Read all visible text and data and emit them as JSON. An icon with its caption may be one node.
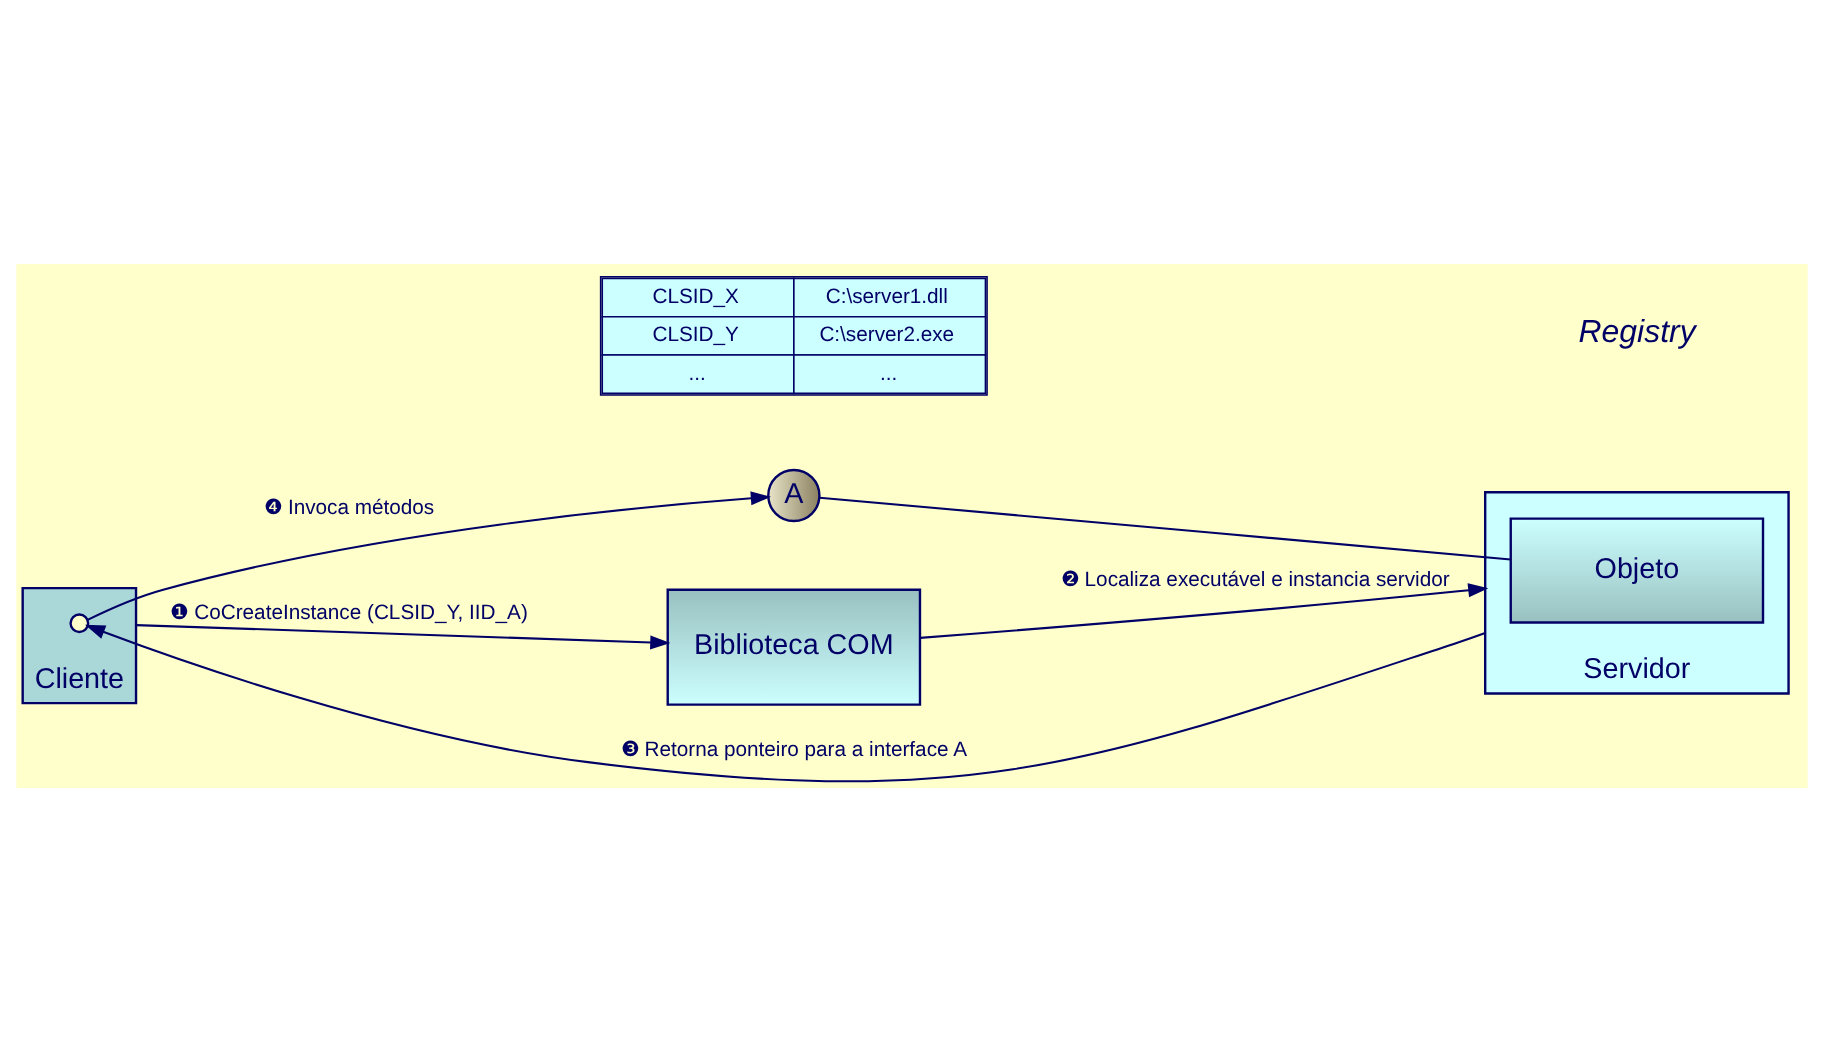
{
  "diagram": {
    "nodes": [
      {
        "text": [
          "Cliente"
        ]
      },
      {
        "text": [],
        "shape": "circle",
        "in": 0
      },
      {
        "text": [
          "A"
        ]
      },
      {
        "text": [
          "Servidor"
        ]
      },
      {
        "text": [
          "Objeto"
        ],
        "in": 3
      },
      {
        "text": [
          "Biblioteca COM"
        ]
      }
    ],
    "edges": [
      {
        "from": 0,
        "to": 5,
        "arrow": "to",
        "label": "❶ CoCreateInstance (CLSID_Y, IID_A)"
      },
      {
        "from": 5,
        "to": 3,
        "arrow": "to",
        "label": "❷ Localiza executável e instancia servidor"
      },
      {
        "from": 3,
        "to": 1,
        "arrow": "to",
        "label": "❸ Retorna ponteiro para a interface A"
      },
      {
        "from": 1,
        "to": 2,
        "arrow": "to",
        "label": "❹ Invoca métodos"
      },
      {
        "from": 2,
        "to": 4,
        "arrow": "none"
      }
    ],
    "labels": [
      "CLSID_X",
      "C:\\server1.dll",
      "CLSID_Y",
      "C:\\server2.exe",
      "...",
      "...",
      "Registry"
    ]
  }
}
